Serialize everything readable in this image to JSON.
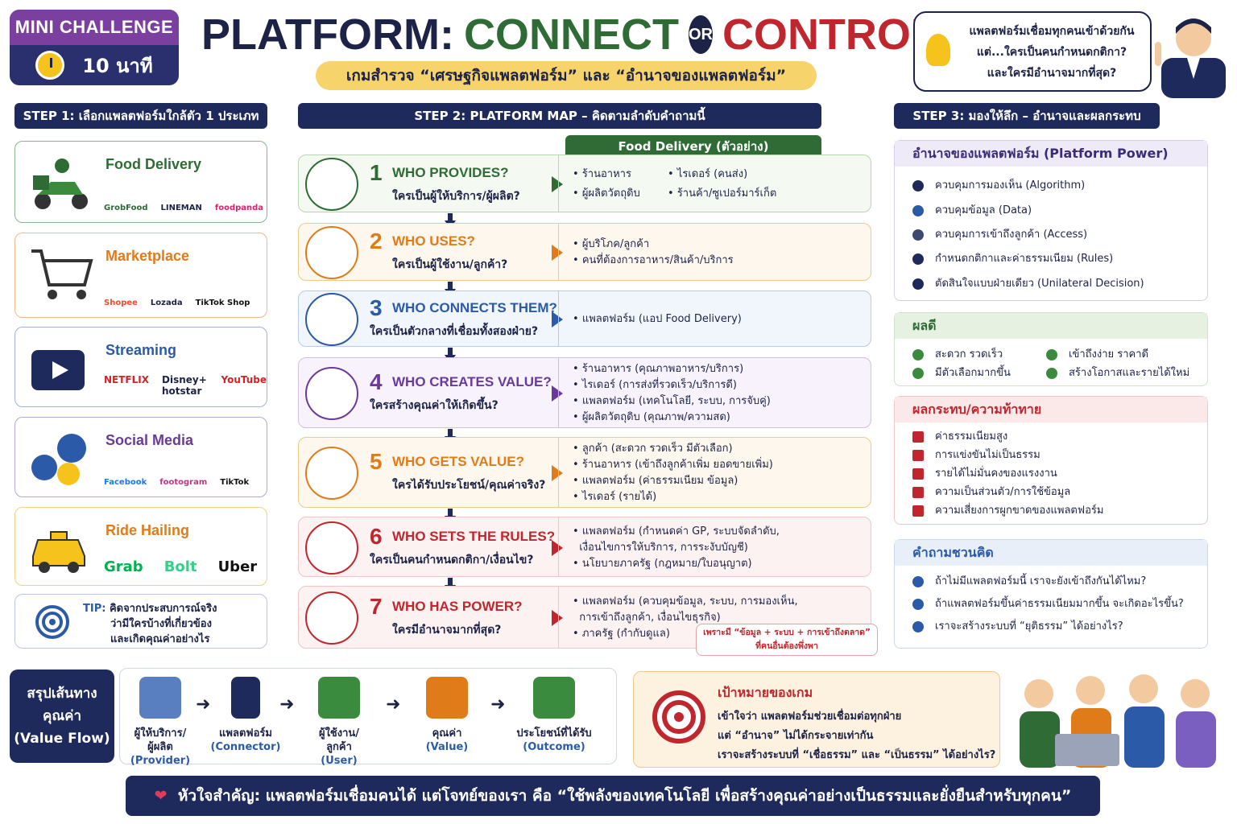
{
  "badge": {
    "title": "MINI CHALLENGE",
    "time": "10 นาที"
  },
  "header": {
    "title_a": "PLATFORM:",
    "title_b": "CONNECT",
    "title_or": "OR",
    "title_c": "CONTROL?",
    "subtitle": "เกมสำรวจ “เศรษฐกิจแพลตฟอร์ม” และ “อำนาจของแพลตฟอร์ม”",
    "bubble_line1": "แพลตฟอร์มเชื่อมทุกคนเข้าด้วยกัน",
    "bubble_line2": "แต่...ใครเป็นคนกำหนดกติกา?",
    "bubble_line3": "และใครมีอำนาจมากที่สุด?"
  },
  "step1": {
    "title": "STEP 1: เลือกแพลตฟอร์มใกล้ตัว 1 ประเภท",
    "cards": [
      {
        "name": "Food Delivery",
        "logos": [
          "GrobFood",
          "LINEMAN",
          "foodpanda"
        ]
      },
      {
        "name": "Marketplace",
        "logos": [
          "Shopee",
          "Lozada",
          "TikTok Shop"
        ]
      },
      {
        "name": "Streaming",
        "logos": [
          "NETFLIX",
          "Disney+ hotstar",
          "YouTube"
        ]
      },
      {
        "name": "Social Media",
        "logos": [
          "Facebook",
          "footogram",
          "TikTok"
        ]
      },
      {
        "name": "Ride Hailing",
        "logos": [
          "Grab",
          "Bolt",
          "Uber"
        ]
      }
    ],
    "tip_label": "TIP:",
    "tip_line1": "คิดจากประสบการณ์จริง",
    "tip_line2": "ว่ามีใครบ้างที่เกี่ยวข้อง",
    "tip_line3": "และเกิดคุณค่าอย่างไร"
  },
  "step2": {
    "title": "STEP 2: PLATFORM MAP – คิดตามลำดับคำถามนี้",
    "example_tab": "Food Delivery (ตัวอย่าง)",
    "rows": [
      {
        "num": "1",
        "q": "WHO PROVIDES?",
        "th": "ใครเป็นผู้ให้บริการ/ผู้ผลิต?",
        "items": [
          "ร้านอาหาร",
          "ไรเดอร์ (คนส่ง)",
          "ผู้ผลิตวัตถุดิบ",
          "ร้านค้า/ซูเปอร์มาร์เก็ต"
        ]
      },
      {
        "num": "2",
        "q": "WHO USES?",
        "th": "ใครเป็นผู้ใช้งาน/ลูกค้า?",
        "items": [
          "ผู้บริโภค/ลูกค้า",
          "คนที่ต้องการอาหาร/สินค้า/บริการ"
        ]
      },
      {
        "num": "3",
        "q": "WHO CONNECTS THEM?",
        "th": "ใครเป็นตัวกลางที่เชื่อมทั้งสองฝ่าย?",
        "items": [
          "แพลตฟอร์ม (แอป Food Delivery)"
        ]
      },
      {
        "num": "4",
        "q": "WHO CREATES VALUE?",
        "th": "ใครสร้างคุณค่าให้เกิดขึ้น?",
        "items": [
          "ร้านอาหาร (คุณภาพอาหาร/บริการ)",
          "ไรเดอร์ (การส่งที่รวดเร็ว/บริการดี)",
          "แพลตฟอร์ม (เทคโนโลยี, ระบบ, การจับคู่)",
          "ผู้ผลิตวัตถุดิบ (คุณภาพ/ความสด)"
        ]
      },
      {
        "num": "5",
        "q": "WHO GETS VALUE?",
        "th": "ใครได้รับประโยชน์/คุณค่าจริง?",
        "items": [
          "ลูกค้า (สะดวก รวดเร็ว มีตัวเลือก)",
          "ร้านอาหาร (เข้าถึงลูกค้าเพิ่ม ยอดขายเพิ่ม)",
          "แพลตฟอร์ม (ค่าธรรมเนียม ข้อมูล)",
          "ไรเดอร์ (รายได้)"
        ]
      },
      {
        "num": "6",
        "q": "WHO SETS THE RULES?",
        "th": "ใครเป็นคนกำหนดกติกา/เงื่อนไข?",
        "items": [
          "แพลตฟอร์ม (กำหนดค่า GP, ระบบจัดลำดับ,",
          "เงื่อนไขการให้บริการ, การระงับบัญชี)",
          "นโยบายภาครัฐ (กฎหมาย/ใบอนุญาต)"
        ]
      },
      {
        "num": "7",
        "q": "WHO HAS POWER?",
        "th": "ใครมีอำนาจมากที่สุด?",
        "items": [
          "แพลตฟอร์ม (ควบคุมข้อมูล, ระบบ, การมองเห็น,",
          "การเข้าถึงลูกค้า, เงื่อนไขธุรกิจ)",
          "ภาครัฐ (กำกับดูแล)"
        ]
      }
    ],
    "power_note_1": "เพราะมี “ข้อมูล + ระบบ + การเข้าถึงตลาด”",
    "power_note_2": "ที่คนอื่นต้องพึ่งพา"
  },
  "step3": {
    "title": "STEP 3: มองให้ลึก – อำนาจและผลกระทบ",
    "power_title": "อำนาจของแพลตฟอร์ม (Platform Power)",
    "power_items": [
      "ควบคุมการมองเห็น (Algorithm)",
      "ควบคุมข้อมูล (Data)",
      "ควบคุมการเข้าถึงลูกค้า (Access)",
      "กำหนดกติกาและค่าธรรมเนียม (Rules)",
      "ตัดสินใจแบบฝ่ายเดียว (Unilateral Decision)"
    ],
    "pros_title": "ผลดี",
    "pros": [
      "สะดวก รวดเร็ว",
      "เข้าถึงง่าย ราคาดี",
      "มีตัวเลือกมากขึ้น",
      "สร้างโอกาสและรายได้ใหม่"
    ],
    "cons_title": "ผลกระทบ/ความท้าทาย",
    "cons": [
      "ค่าธรรมเนียมสูง",
      "การแข่งขันไม่เป็นธรรม",
      "รายได้ไม่มั่นคงของแรงงาน",
      "ความเป็นส่วนตัว/การใช้ข้อมูล",
      "ความเสี่ยงการผูกขาดของแพลตฟอร์ม"
    ],
    "q_title": "คำถามชวนคิด",
    "questions": [
      "ถ้าไม่มีแพลตฟอร์มนี้ เราจะยังเข้าถึงกันได้ไหม?",
      "ถ้าแพลตฟอร์มขึ้นค่าธรรมเนียมมากขึ้น จะเกิดอะไรขึ้น?",
      "เราจะสร้างระบบที่ “ยุติธรรม” ได้อย่างไร?"
    ]
  },
  "summary": {
    "line1": "สรุปเส้นทาง",
    "line2": "คุณค่า",
    "line3": "(Value Flow)"
  },
  "flow": [
    {
      "l1": "ผู้ให้บริการ/",
      "l2": "ผู้ผลิต",
      "l3": "(Provider)"
    },
    {
      "l1": "แพลตฟอร์ม",
      "l2": "(Connector)",
      "l3": ""
    },
    {
      "l1": "ผู้ใช้งาน/",
      "l2": "ลูกค้า",
      "l3": "(User)"
    },
    {
      "l1": "คุณค่า",
      "l2": "(Value)",
      "l3": ""
    },
    {
      "l1": "ประโยชน์ที่ได้รับ",
      "l2": "(Outcome)",
      "l3": ""
    }
  ],
  "goal": {
    "title": "เป้าหมายของเกม",
    "line1": "เข้าใจว่า แพลตฟอร์มช่วยเชื่อมต่อทุกฝ่าย",
    "line2": "แต่ “อำนาจ” ไม่ได้กระจายเท่ากัน",
    "line3_a": "เราจะสร้างระบบที่ “เชื่อธรรม” และ “เป็นธรรม” ได้อย่างไร?"
  },
  "footer": "หัวใจสำคัญ: แพลตฟอร์มเชื่อมคนได้ แต่โจทย์ของเรา คือ “ใช้พลังของเทคโนโลยี เพื่อสร้างคุณค่าอย่างเป็นธรรมและยั่งยืนสำหรับทุกคน”",
  "colors": {
    "navy": "#1f2a5c",
    "green": "#2e6b35",
    "red": "#c0262d",
    "orange": "#e07b1a",
    "purple": "#6a3a9a"
  }
}
